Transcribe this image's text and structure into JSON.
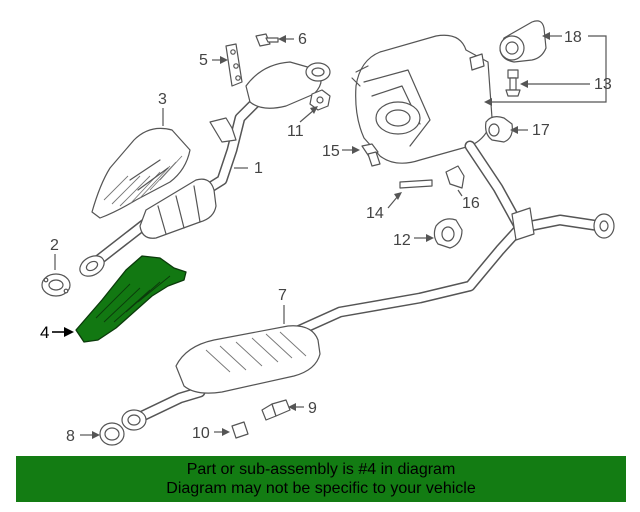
{
  "callouts": [
    {
      "id": "1",
      "label": "1"
    },
    {
      "id": "2",
      "label": "2"
    },
    {
      "id": "3",
      "label": "3"
    },
    {
      "id": "4",
      "label": "4"
    },
    {
      "id": "5",
      "label": "5"
    },
    {
      "id": "6",
      "label": "6"
    },
    {
      "id": "7",
      "label": "7"
    },
    {
      "id": "8",
      "label": "8"
    },
    {
      "id": "9",
      "label": "9"
    },
    {
      "id": "10",
      "label": "10"
    },
    {
      "id": "11",
      "label": "11"
    },
    {
      "id": "12",
      "label": "12"
    },
    {
      "id": "13",
      "label": "13"
    },
    {
      "id": "14",
      "label": "14"
    },
    {
      "id": "15",
      "label": "15"
    },
    {
      "id": "16",
      "label": "16"
    },
    {
      "id": "17",
      "label": "17"
    },
    {
      "id": "18",
      "label": "18"
    }
  ],
  "highlighted_part": "4",
  "colors": {
    "highlight": "#127812",
    "banner": "#137c13",
    "line": "#555555"
  },
  "banner": {
    "line1": "Part or sub-assembly is #4 in diagram",
    "line2": "Diagram may not be specific to your vehicle"
  }
}
